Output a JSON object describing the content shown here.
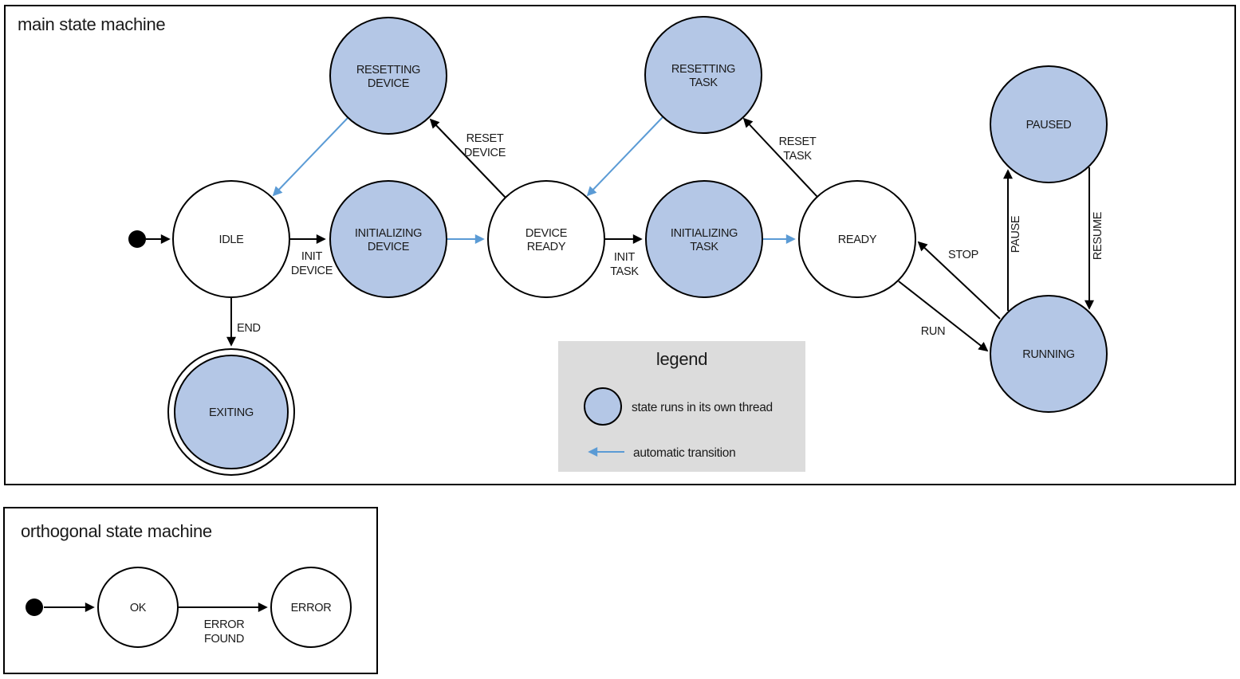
{
  "colors": {
    "threaded_state_fill": "#b4c7e6",
    "automatic_transition": "#5b9bd5",
    "legend_background": "#dcdcdc",
    "outline": "#000000"
  },
  "main": {
    "title": "main state machine",
    "states": [
      {
        "name": "RESETTING DEVICE",
        "lines": [
          "RESETTING",
          "DEVICE"
        ],
        "threaded": true,
        "final": false
      },
      {
        "name": "IDLE",
        "lines": [
          "IDLE"
        ],
        "threaded": false,
        "final": false
      },
      {
        "name": "INITIALIZING DEVICE",
        "lines": [
          "INITIALIZING",
          "DEVICE"
        ],
        "threaded": true,
        "final": false
      },
      {
        "name": "DEVICE READY",
        "lines": [
          "DEVICE",
          "READY"
        ],
        "threaded": false,
        "final": false
      },
      {
        "name": "RESETTING TASK",
        "lines": [
          "RESETTING",
          "TASK"
        ],
        "threaded": true,
        "final": false
      },
      {
        "name": "INITIALIZING TASK",
        "lines": [
          "INITIALIZING",
          "TASK"
        ],
        "threaded": true,
        "final": false
      },
      {
        "name": "READY",
        "lines": [
          "READY"
        ],
        "threaded": false,
        "final": false
      },
      {
        "name": "PAUSED",
        "lines": [
          "PAUSED"
        ],
        "threaded": true,
        "final": false
      },
      {
        "name": "RUNNING",
        "lines": [
          "RUNNING"
        ],
        "threaded": true,
        "final": false
      },
      {
        "name": "EXITING",
        "lines": [
          "EXITING"
        ],
        "threaded": true,
        "final": true
      }
    ],
    "initial_state": "IDLE",
    "transitions": [
      {
        "from": "start",
        "to": "IDLE",
        "label": "",
        "lines": [],
        "automatic": false
      },
      {
        "from": "IDLE",
        "to": "INITIALIZING DEVICE",
        "label": "INIT DEVICE",
        "lines": [
          "INIT",
          "DEVICE"
        ],
        "automatic": false
      },
      {
        "from": "INITIALIZING DEVICE",
        "to": "DEVICE READY",
        "label": "",
        "lines": [],
        "automatic": true
      },
      {
        "from": "DEVICE READY",
        "to": "RESETTING DEVICE",
        "label": "RESET DEVICE",
        "lines": [
          "RESET",
          "DEVICE"
        ],
        "automatic": false
      },
      {
        "from": "RESETTING DEVICE",
        "to": "IDLE",
        "label": "",
        "lines": [],
        "automatic": true
      },
      {
        "from": "DEVICE READY",
        "to": "INITIALIZING TASK",
        "label": "INIT TASK",
        "lines": [
          "INIT",
          "TASK"
        ],
        "automatic": false
      },
      {
        "from": "INITIALIZING TASK",
        "to": "READY",
        "label": "",
        "lines": [],
        "automatic": true
      },
      {
        "from": "READY",
        "to": "RESETTING TASK",
        "label": "RESET TASK",
        "lines": [
          "RESET",
          "TASK"
        ],
        "automatic": false
      },
      {
        "from": "RESETTING TASK",
        "to": "DEVICE READY",
        "label": "",
        "lines": [],
        "automatic": true
      },
      {
        "from": "READY",
        "to": "RUNNING",
        "label": "RUN",
        "lines": [
          "RUN"
        ],
        "automatic": false
      },
      {
        "from": "RUNNING",
        "to": "READY",
        "label": "STOP",
        "lines": [
          "STOP"
        ],
        "automatic": false
      },
      {
        "from": "RUNNING",
        "to": "PAUSED",
        "label": "PAUSE",
        "lines": [
          "PAUSE"
        ],
        "automatic": false
      },
      {
        "from": "PAUSED",
        "to": "RUNNING",
        "label": "RESUME",
        "lines": [
          "RESUME"
        ],
        "automatic": false
      },
      {
        "from": "IDLE",
        "to": "EXITING",
        "label": "END",
        "lines": [
          "END"
        ],
        "automatic": false
      }
    ],
    "legend": {
      "title": "legend",
      "threaded_label": "state runs in its own thread",
      "automatic_label": "automatic transition"
    }
  },
  "orthogonal": {
    "title": "orthogonal state machine",
    "states": [
      {
        "name": "OK",
        "lines": [
          "OK"
        ],
        "threaded": false,
        "final": false
      },
      {
        "name": "ERROR",
        "lines": [
          "ERROR"
        ],
        "threaded": false,
        "final": false
      }
    ],
    "transitions": [
      {
        "from": "start",
        "to": "OK",
        "label": "",
        "lines": [],
        "automatic": false
      },
      {
        "from": "OK",
        "to": "ERROR",
        "label": "ERROR FOUND",
        "lines": [
          "ERROR",
          "FOUND"
        ],
        "automatic": false
      }
    ]
  }
}
